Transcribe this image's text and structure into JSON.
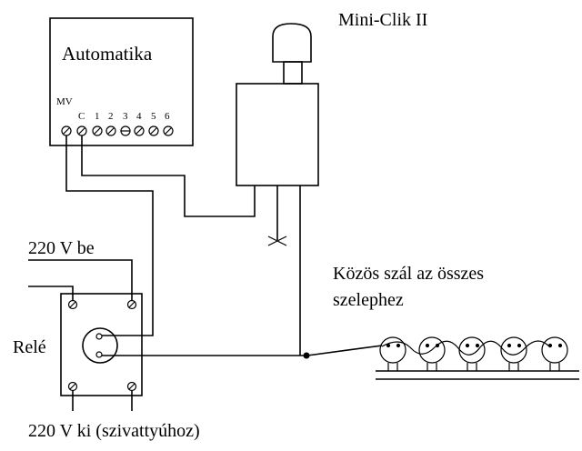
{
  "labels": {
    "automatika": "Automatika",
    "mv": "MV",
    "term_c": "C",
    "term_1": "1",
    "term_2": "2",
    "term_3": "3",
    "term_4": "4",
    "term_5": "5",
    "term_6": "6",
    "miniclik": "Mini-Clik II",
    "in220": "220 V be",
    "relay": "Relé",
    "out220": "220 V ki (szivattyúhoz)",
    "common1": "Közös szál az összes",
    "common2": "szelephez"
  },
  "icons": [
    "screw-terminal-icon",
    "valve-icon",
    "relay-coil-icon",
    "cutter-icon"
  ]
}
